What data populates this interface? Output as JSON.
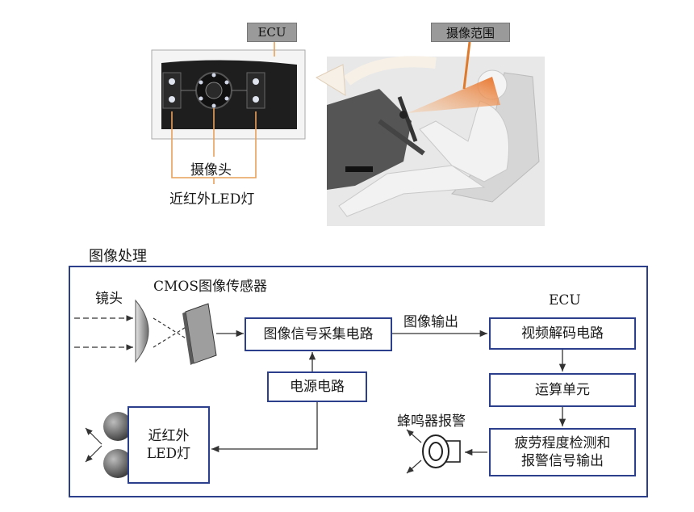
{
  "top": {
    "ecu_tag": "ECU",
    "camera_label": "摄像头",
    "ir_led_label": "近红外LED灯",
    "camera_range_tag": "摄像范围"
  },
  "bottom": {
    "section_title": "图像处理",
    "lens_label": "镜头",
    "cmos_label": "CMOS图像传感器",
    "signal_box": "图像信号采集电路",
    "image_output_label": "图像输出",
    "ecu_label": "ECU",
    "video_box": "视频解码电路",
    "compute_box": "运算单元",
    "power_box": "电源电路",
    "fatigue_box_line1": "疲劳程度检测和",
    "fatigue_box_line2": "报警信号输出",
    "buzzer_label": "蜂鸣器报警",
    "ir_box_line1": "近红外",
    "ir_box_line2": "LED灯"
  },
  "colors": {
    "frame": "#2b3f8c",
    "orange_line": "#e8a05a",
    "tag_gray": "#9a9a9a",
    "beam": "#e07a2a"
  }
}
